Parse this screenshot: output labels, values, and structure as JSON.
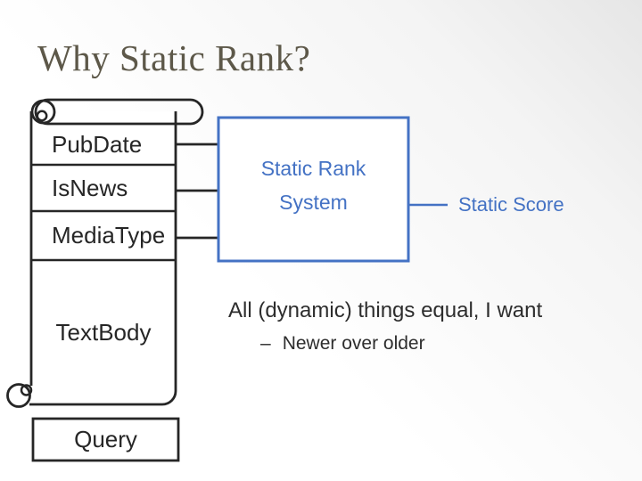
{
  "title": "Why Static Rank?",
  "scroll": {
    "fields": [
      {
        "label": "PubDate"
      },
      {
        "label": "IsNews"
      },
      {
        "label": "MediaType"
      },
      {
        "label": "TextBody"
      }
    ]
  },
  "query": {
    "label": "Query"
  },
  "system": {
    "label": "Static Rank\nSystem"
  },
  "output": {
    "label": "Static Score"
  },
  "bullets": {
    "main": "All (dynamic) things equal, I want",
    "sub_marker": "–",
    "sub_text": "Newer over older"
  },
  "colors": {
    "accent_blue": "#4472C4",
    "title_olive": "#5D5849",
    "ink_black": "#262626"
  }
}
